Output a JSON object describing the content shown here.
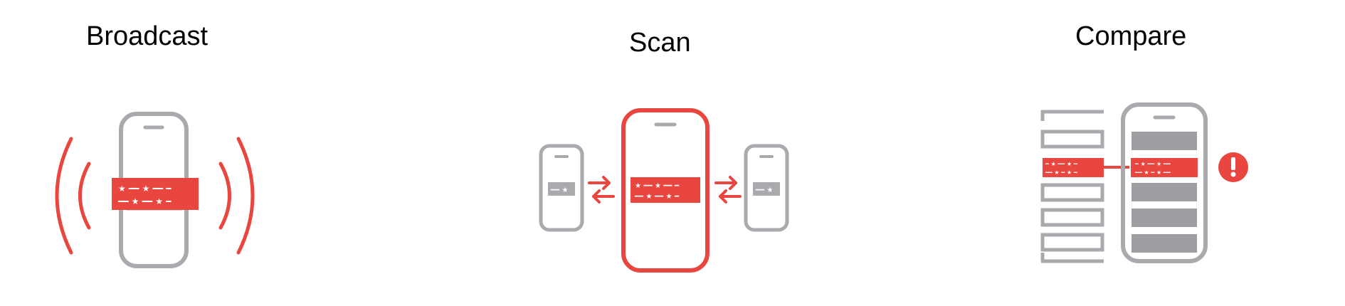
{
  "panels": [
    {
      "title": "Broadcast"
    },
    {
      "title": "Scan"
    },
    {
      "title": "Compare"
    }
  ],
  "colors": {
    "accent": "#e8463f",
    "device_gray": "#a9aaad",
    "bar_fill": "#9d9ea1",
    "text": "#000000"
  },
  "icons": {
    "broadcast": [
      "phone-icon",
      "broadcast-waves-icon",
      "id-token-icon"
    ],
    "scan": [
      "phone-icon",
      "exchange-arrows-icon",
      "id-token-icon"
    ],
    "compare": [
      "database-list-icon",
      "phone-icon",
      "id-token-icon",
      "alert-icon"
    ]
  }
}
